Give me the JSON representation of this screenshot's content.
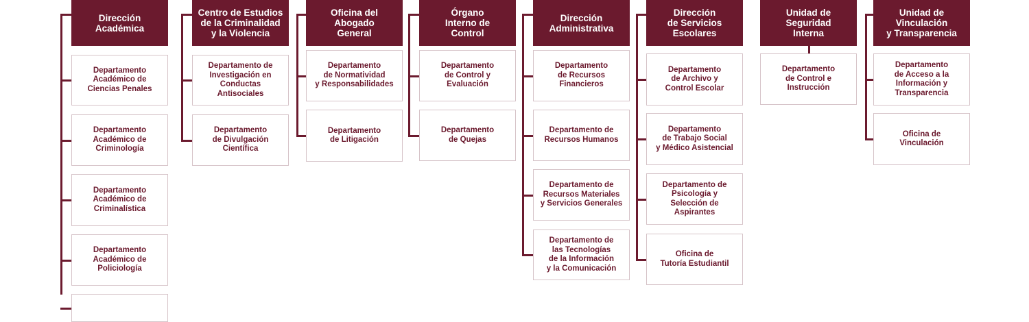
{
  "colors": {
    "header_bg": "#6b1a2e",
    "header_text": "#ffffff",
    "box_text": "#6b1a2e",
    "box_border": "#d6c3c8",
    "connector": "#6b1a2e"
  },
  "columns": [
    {
      "id": "academica",
      "title": "Dirección\nAcadémica",
      "children": [
        "Departamento\nAcadémico de\nCiencias Penales",
        "Departamento\nAcadémico de\nCriminología",
        "Departamento\nAcadémico de\nCriminalística",
        "Departamento\nAcadémico de\nPoliciología",
        ""
      ]
    },
    {
      "id": "centro-estudios",
      "title": "Centro de Estudios\nde la Criminalidad\ny la Violencia",
      "children": [
        "Departamento de\nInvestigación en\nConductas\nAntisociales",
        "Departamento\nde Divulgación\nCientífica"
      ]
    },
    {
      "id": "abogado-general",
      "title": "Oficina del\nAbogado\nGeneral",
      "children": [
        "Departamento\nde Normatividad\ny Responsabilidades",
        "Departamento\nde Litigación"
      ]
    },
    {
      "id": "organo-control",
      "title": "Órgano\nInterno de\nControl",
      "children": [
        "Departamento\nde Control y\nEvaluación",
        "Departamento\nde Quejas"
      ]
    },
    {
      "id": "administrativa",
      "title": "Dirección\nAdministrativa",
      "children": [
        "Departamento\nde Recursos\nFinancieros",
        "Departamento de\nRecursos Humanos",
        "Departamento de\nRecursos Materiales\ny Servicios Generales",
        "Departamento de\nlas Tecnologías\nde la Información\ny la Comunicación"
      ]
    },
    {
      "id": "servicios-escolares",
      "title": "Dirección\nde Servicios\nEscolares",
      "children": [
        "Departamento\nde Archivo y\nControl Escolar",
        "Departamento\nde Trabajo Social\ny Médico Asistencial",
        "Departamento de\nPsicología y\nSelección de\nAspirantes",
        "Oficina de\nTutoría Estudiantil"
      ]
    },
    {
      "id": "seguridad-interna",
      "title": "Unidad de\nSeguridad\nInterna",
      "children": [
        "Departamento\nde Control e\nInstrucción"
      ]
    },
    {
      "id": "vinculacion",
      "title": "Unidad de\nVinculación\ny Transparencia",
      "children": [
        "Departamento\nde Acceso a la\nInformación y\nTransparencia",
        "Oficina de\nVinculación"
      ]
    }
  ]
}
